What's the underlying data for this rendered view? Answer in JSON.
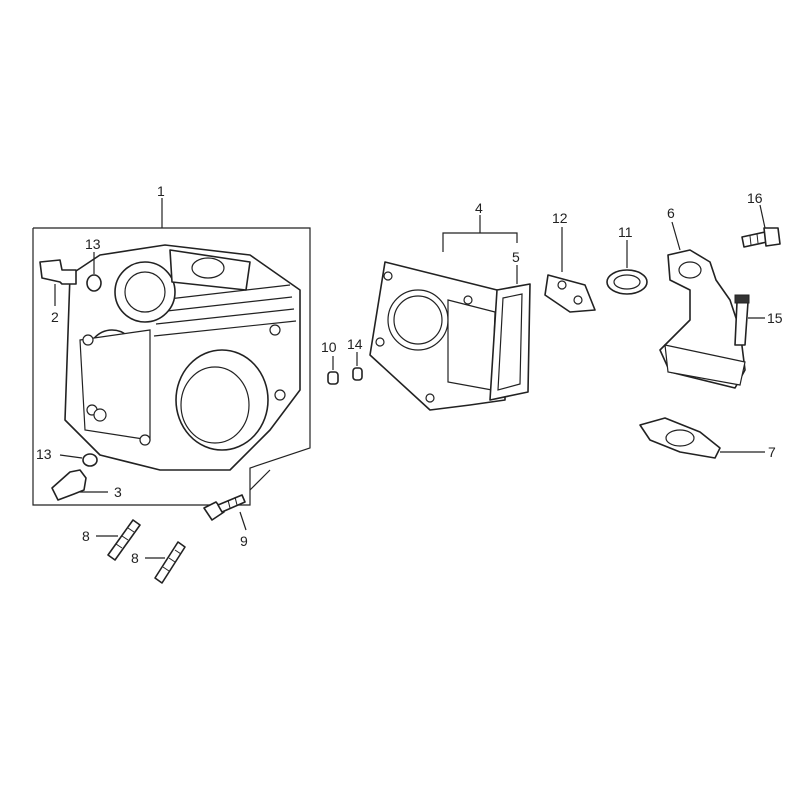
{
  "callouts": {
    "c1": "1",
    "c2": "2",
    "c3": "3",
    "c4": "4",
    "c5": "5",
    "c6": "6",
    "c7": "7",
    "c8a": "8",
    "c8b": "8",
    "c9": "9",
    "c10": "10",
    "c11": "11",
    "c12": "12",
    "c13a": "13",
    "c13b": "13",
    "c14": "14",
    "c15": "15",
    "c16": "16"
  }
}
